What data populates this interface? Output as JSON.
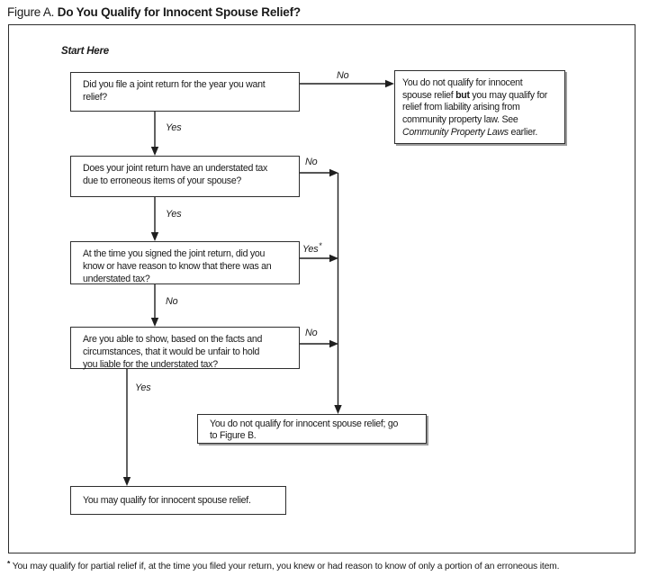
{
  "title": {
    "prefix": "Figure A. ",
    "main": "Do You Qualify for Innocent Spouse Relief?"
  },
  "start_here": "Start Here",
  "questions": {
    "q1": {
      "l1": "Did you file a joint return for the year you want",
      "l2": "relief?"
    },
    "q2": {
      "l1": "Does your joint return have an understated tax",
      "l2": "due to erroneous items of your spouse?"
    },
    "q3": {
      "l1": "At the time you signed the joint return, did you",
      "l2": "know or have reason to know that there was an",
      "l3": "understated tax?"
    },
    "q4": {
      "l1": "Are you able to show, based on the facts and",
      "l2": "circumstances, that it would be unfair to hold",
      "l3": "you liable for the understated tax?"
    }
  },
  "results": {
    "community_property": {
      "l1": "You do not qualify for innocent",
      "l2a": "spouse relief ",
      "l2b": "but",
      "l2c": " you may qualify for",
      "l3": "relief from liability arising from",
      "l4": "community property law. See",
      "l5a": "Community Property Laws",
      "l5b": " earlier."
    },
    "figure_b": {
      "l1": "You do not qualify for innocent spouse relief; go",
      "l2": "to Figure B."
    },
    "may_qualify": {
      "l1": "You may qualify for innocent spouse relief."
    }
  },
  "edge_labels": {
    "no_to_community": "No",
    "yes_q1_q2": "Yes",
    "no_q2": "No",
    "yes_q2_q3": "Yes",
    "yes_q3": "Yes",
    "yes_q3_sup": "*",
    "no_q3_q4": "No",
    "no_q4": "No",
    "yes_q4_bottom": "Yes"
  },
  "footnote": {
    "sup": "*",
    "text": " You may qualify for partial relief if, at the time you filed your return, you knew or had reason to know of only a portion of an erroneous item."
  },
  "colors": {
    "ink": "#1a1a1a",
    "box_border": "#2e2e2e",
    "shadow": "#9c9c9c",
    "background": "#ffffff"
  }
}
